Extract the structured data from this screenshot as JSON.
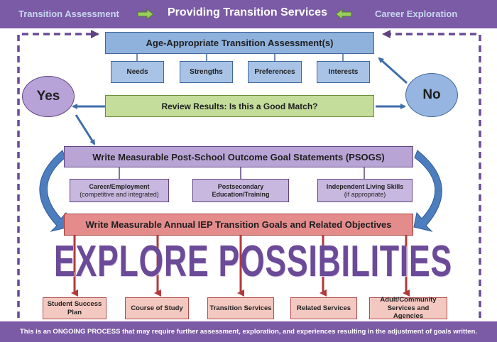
{
  "header": {
    "left": "Transition Assessment",
    "center": "Providing Transition Services",
    "right": "Career Exploration"
  },
  "assessment": {
    "title": "Age-Appropriate Transition Assessment(s)",
    "items": [
      "Needs",
      "Strengths",
      "Preferences",
      "Interests"
    ]
  },
  "review": {
    "label": "Review Results: Is this a Good Match?"
  },
  "decision": {
    "yes": "Yes",
    "no": "No"
  },
  "psogs": {
    "title": "Write Measurable Post-School Outcome Goal Statements (PSOGS)",
    "items": [
      {
        "label": "Career/Employment",
        "sub": "(competitive and integrated)"
      },
      {
        "label": "Postsecondary Education/Training",
        "sub": ""
      },
      {
        "label": "Independent Living Skills",
        "sub": "(if appropriate)"
      }
    ]
  },
  "iep": {
    "title": "Write Measurable Annual IEP Transition Goals and Related Objectives"
  },
  "banner": {
    "text": "EXPLORE POSSIBILITIES"
  },
  "services": [
    "Student Success Plan",
    "Course of Study",
    "Transition Services",
    "Related Services",
    "Adult/Community Services and Agencies"
  ],
  "footer": {
    "text": "This is an ONGOING PROCESS that may require further assessment, exploration, and experiences resulting in the adjustment of goals written."
  },
  "colors": {
    "purple": "#7b5aa6",
    "blue": "#8fb2dd",
    "green": "#c4dd9b",
    "lavender": "#b9a4d6",
    "red": "#e48c8c",
    "arrow_blue": "#3f6ea8",
    "arrow_red": "#b23a3a"
  }
}
